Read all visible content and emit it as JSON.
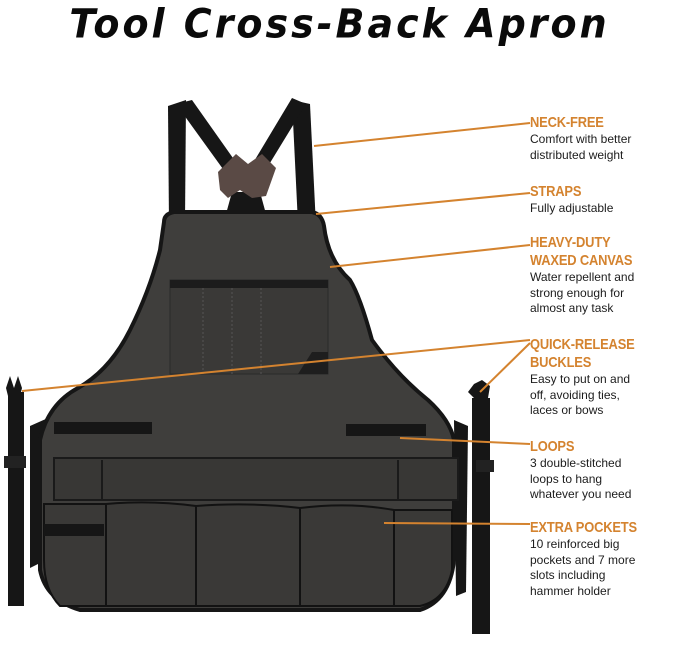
{
  "title": "Tool Cross-Back Apron",
  "colors": {
    "accent": "#d4832f",
    "canvas": "#3f3e3c",
    "canvas_dark": "#2e2d2b",
    "strap": "#161616",
    "leather": "#5a4a45",
    "text": "#1c1c1c"
  },
  "callouts": [
    {
      "id": "neck-free",
      "heading": "NECK-FREE",
      "body": "Comfort with better\ndistributed weight"
    },
    {
      "id": "straps",
      "heading": "STRAPS",
      "body": "Fully adjustable"
    },
    {
      "id": "canvas",
      "heading": "HEAVY-DUTY\nWAXED CANVAS",
      "heading_lines": [
        "HEAVY-DUTY",
        "WAXED CANVAS"
      ],
      "body": "Water repellent and\nstrong enough for\nalmost any task"
    },
    {
      "id": "buckles",
      "heading": "QUICK-RELEASE\nBUCKLES",
      "heading_lines": [
        "QUICK-RELEASE",
        "BUCKLES"
      ],
      "body": "Easy to put on and\noff, avoiding ties,\nlaces or bows"
    },
    {
      "id": "loops",
      "heading": "LOOPS",
      "body": "3 double-stitched\nloops to hang\nwhatever you need"
    },
    {
      "id": "pockets",
      "heading": "EXTRA POCKETS",
      "body": "10 reinforced big\npockets and 7 more\nslots including\nhammer holder"
    }
  ]
}
